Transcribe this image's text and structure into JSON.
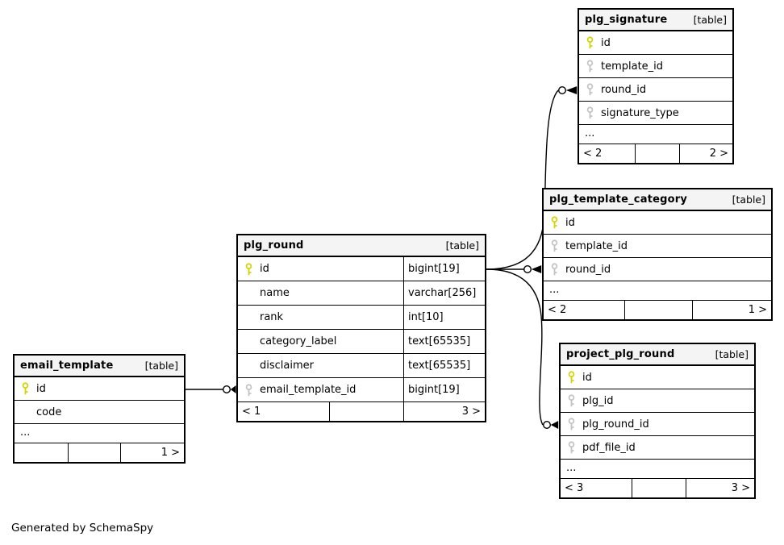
{
  "page": {
    "credit": "Generated by SchemaSpy"
  },
  "tables": [
    {
      "name": "plg_signature",
      "badge": "[table]",
      "columns": [
        {
          "key": "primary",
          "label": "id"
        },
        {
          "key": "foreign",
          "label": "template_id"
        },
        {
          "key": "foreign",
          "label": "round_id"
        },
        {
          "key": "foreign",
          "label": "signature_type"
        }
      ],
      "more": "...",
      "footer": {
        "left": "< 2",
        "middle": "",
        "right": "2 >"
      }
    },
    {
      "name": "plg_template_category",
      "badge": "[table]",
      "columns": [
        {
          "key": "primary",
          "label": "id"
        },
        {
          "key": "foreign",
          "label": "template_id"
        },
        {
          "key": "foreign",
          "label": "round_id"
        }
      ],
      "more": "...",
      "footer": {
        "left": "< 2",
        "middle": "",
        "right": "1 >"
      }
    },
    {
      "name": "plg_round",
      "badge": "[table]",
      "columns": [
        {
          "key": "primary",
          "label": "id",
          "type": "bigint[19]"
        },
        {
          "key": "none",
          "label": "name",
          "type": "varchar[256]"
        },
        {
          "key": "none",
          "label": "rank",
          "type": "int[10]"
        },
        {
          "key": "none",
          "label": "category_label",
          "type": "text[65535]"
        },
        {
          "key": "none",
          "label": "disclaimer",
          "type": "text[65535]"
        },
        {
          "key": "foreign",
          "label": "email_template_id",
          "type": "bigint[19]"
        }
      ],
      "footer": {
        "left": "< 1",
        "middle": "",
        "right": "3 >"
      }
    },
    {
      "name": "email_template",
      "badge": "[table]",
      "columns": [
        {
          "key": "primary",
          "label": "id"
        },
        {
          "key": "none",
          "label": "code"
        }
      ],
      "more": "...",
      "footer": {
        "left": "",
        "middle": "",
        "right": "1 >"
      }
    },
    {
      "name": "project_plg_round",
      "badge": "[table]",
      "columns": [
        {
          "key": "primary",
          "label": "id"
        },
        {
          "key": "foreign",
          "label": "plg_id"
        },
        {
          "key": "foreign",
          "label": "plg_round_id"
        },
        {
          "key": "foreign",
          "label": "pdf_file_id"
        }
      ],
      "more": "...",
      "footer": {
        "left": "< 3",
        "middle": "",
        "right": "3 >"
      }
    }
  ],
  "relationships": [
    {
      "from": "email_template.id",
      "to": "plg_round.email_template_id"
    },
    {
      "from": "plg_round.id",
      "to": "plg_signature.round_id"
    },
    {
      "from": "plg_round.id",
      "to": "plg_template_category.round_id"
    },
    {
      "from": "plg_round.id",
      "to": "project_plg_round.plg_round_id"
    }
  ],
  "colors": {
    "primary_key": "#d4d400",
    "foreign_key": "#c3c3c3",
    "header_bg": "#f4f4f4",
    "line": "#000000"
  }
}
